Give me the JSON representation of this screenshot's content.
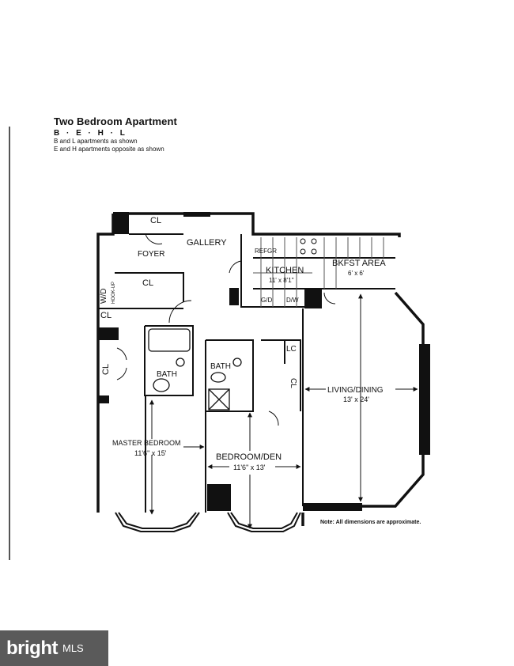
{
  "header": {
    "title": "Two Bedroom Apartment",
    "codes": "B · E · H · L",
    "note_1": "B and L apartments as shown",
    "note_2": "E and H apartments opposite as shown"
  },
  "rooms": {
    "cl_top": "CL",
    "foyer": "FOYER",
    "gallery": "GALLERY",
    "cl_hall": "CL",
    "wd": "W/D",
    "hookup": "HOOK-UP",
    "cl_left": "CL",
    "cl_master": "CL",
    "bath_1": "BATH",
    "bath_2": "BATH",
    "lc": "LC",
    "cl_den": "CL",
    "refgr": "REFGR",
    "kitchen": "KITCHEN",
    "kitchen_dim": "11' x 8'1\"",
    "gd": "G/D",
    "dw": "D/W",
    "bkfst": "BKFST AREA",
    "bkfst_dim": "6' x 6'",
    "living": "LIVING/DINING",
    "living_dim": "13' x 24'",
    "master": "MASTER BEDROOM",
    "master_dim": "11'6\" x 15'",
    "den": "BEDROOM/DEN",
    "den_dim": "11'6\" x 13'"
  },
  "footnote": "Note: All dimensions are approximate.",
  "watermark": {
    "brand": "bright",
    "suffix": "MLS"
  }
}
